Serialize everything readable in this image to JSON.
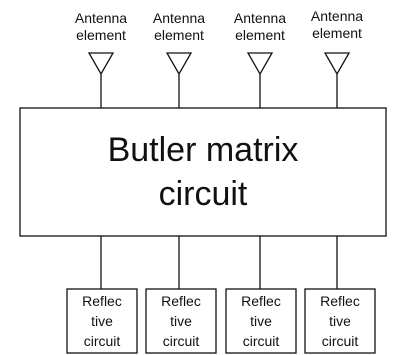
{
  "antennas": [
    {
      "line1": "Antenna",
      "line2": "element"
    },
    {
      "line1": "Antenna",
      "line2": "element"
    },
    {
      "line1": "Antenna",
      "line2": "element"
    },
    {
      "line1": "Antenna",
      "line2": "element"
    }
  ],
  "butler": {
    "line1": "Butler matrix",
    "line2": "circuit"
  },
  "reflective": [
    {
      "line1": "Reflec",
      "line2": "tive",
      "line3": "circuit"
    },
    {
      "line1": "Reflec",
      "line2": "tive",
      "line3": "circuit"
    },
    {
      "line1": "Reflec",
      "line2": "tive",
      "line3": "circuit"
    },
    {
      "line1": "Reflec",
      "line2": "tive",
      "line3": "circuit"
    }
  ]
}
